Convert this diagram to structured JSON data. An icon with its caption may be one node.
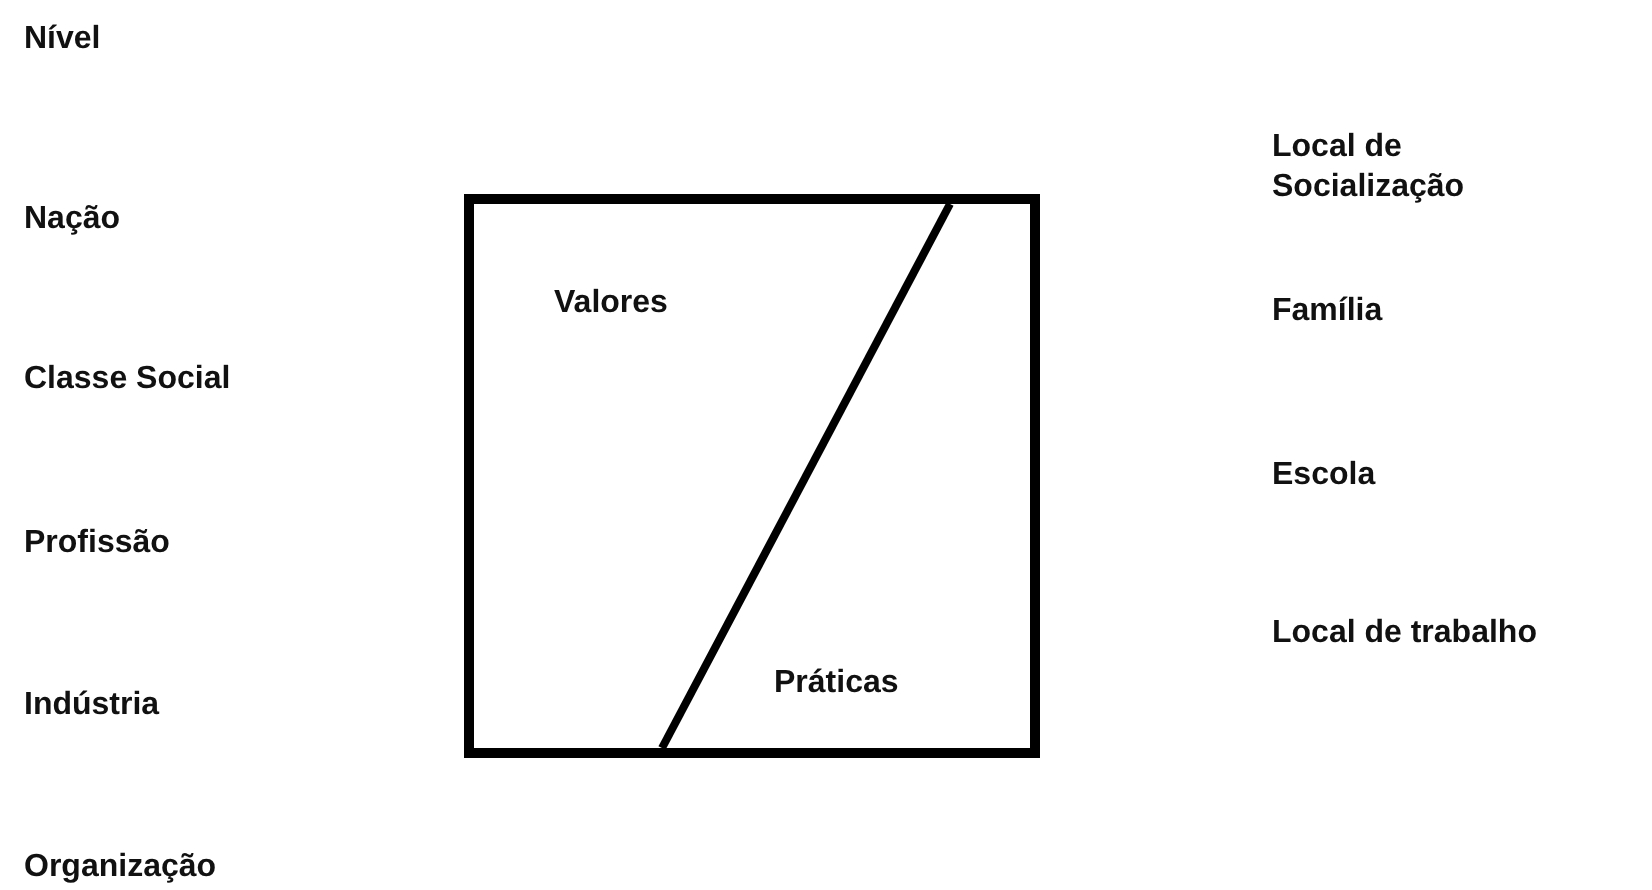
{
  "diagram": {
    "nodes": [
      {
        "text": [
          "Valores",
          "Práticas"
        ]
      }
    ],
    "labels": [
      "Nível",
      "Nação",
      "Classe Social",
      "Profissão",
      "Indústria",
      "Organização",
      "Local de Socialização",
      "Família",
      "Escola",
      "Local de trabalho"
    ]
  }
}
